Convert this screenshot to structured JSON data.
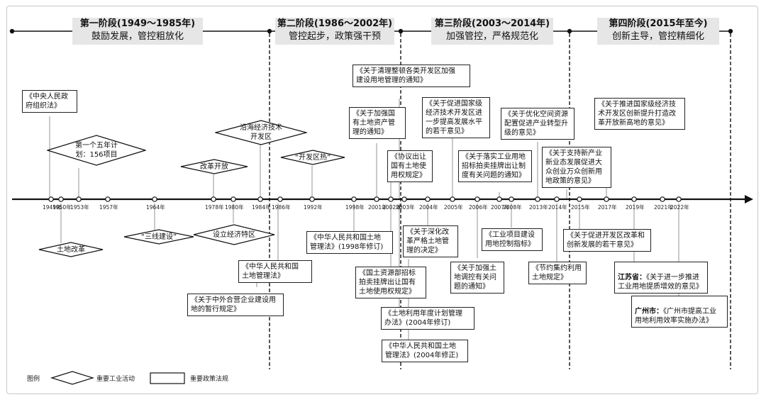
{
  "phases": [
    {
      "title": "第一阶段(1949～1985年)",
      "subtitle": "鼓励发展，管控粗放化"
    },
    {
      "title": "第二阶段(1986～2002年)",
      "subtitle": "管控起步，政策强干预"
    },
    {
      "title": "第三阶段(2003～2014年)",
      "subtitle": "加强管控，严格规范化"
    },
    {
      "title": "第四阶段(2015年至今)",
      "subtitle": "创新主导，管控精细化"
    }
  ],
  "years": [
    "1949年",
    "1950年",
    "1953年",
    "1957年",
    "1964年",
    "1978年",
    "1980年",
    "1984年",
    "1986年",
    "1992年",
    "1998年",
    "2001年",
    "2002年",
    "2003年",
    "2004年",
    "2005年",
    "2006年",
    "2007年",
    "2008年",
    "2013年",
    "2014年",
    "2015年",
    "2017年",
    "2019年",
    "2021年",
    "2022年"
  ],
  "events": [
    "第一个五年计\n划：156项目",
    "土地改革",
    "“三线建设”",
    "改革开放",
    "设立经济特区",
    "沿海经济技术\n开发区",
    "“开发区热”"
  ],
  "policies": [
    "《中央人民政\n府组织法》",
    "《中华人民共和国\n土地管理法》",
    "《关于中外合营企业建设用\n地的暂行规定》",
    "《关于清理整顿各类开发区加强\n建设用地管理的通知》",
    "《关于加强国\n有土地资产管\n理的通知》",
    "《协议出让\n国有土地使\n用权规定》",
    "《中华人民共和国土地\n管理法》(1998年修订)",
    "《国土资源部招标\n拍卖挂牌出让国有\n土地使用权规定》",
    "《土地利用年度计划管理\n办法》(2004年修订)",
    "《中华人民共和国土地\n管理法》(2004年修正)",
    "《关于深化改\n革严格土地管\n理的决定》",
    "《关于促进国家级\n经济技术开发区进\n一步提高发展水平\n的若干意见》",
    "《关于落实工业用地\n招标拍卖挂牌出让制\n度有关问题的通知》",
    "《关于加强土\n地调控有关问\n题的通知》",
    "《工业项目建设\n用地控制指标》",
    "《关于优化空间资源\n配置促进产业转型升\n级的意见》",
    "《关于支持新产业\n新业态发展促进大\n众创业万众创新用\n地政策的意见》",
    "《节约集约利用\n土地规定》",
    "《关于推进国家级经济技\n术开发区创新提升打造改\n革开放新高地的意见》",
    "《关于促进开发区改革和\n创新发展的若干意见》"
  ],
  "local_policies": [
    {
      "region": "江苏省：",
      "text": "《关于进一步推进\n工业用地提质增效的意见》"
    },
    {
      "region": "广州市：",
      "text": "《广州市提高工业\n用地利用效率实施办法》"
    }
  ],
  "legend": {
    "title": "图例",
    "diamond": "重要工业活动",
    "rect": "重要政策法规"
  }
}
